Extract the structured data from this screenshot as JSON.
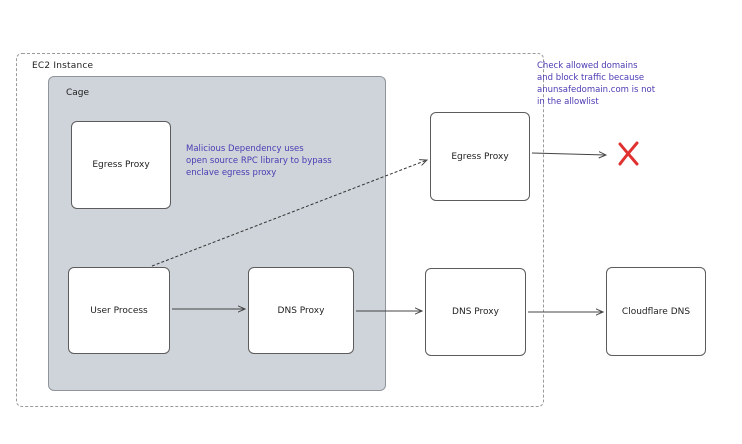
{
  "ec2": {
    "label": "EC2 Instance"
  },
  "cage": {
    "label": "Cage"
  },
  "nodes": {
    "inner_egress_proxy": "Egress Proxy",
    "user_process": "User Process",
    "inner_dns_proxy": "DNS Proxy",
    "outer_egress_proxy": "Egress Proxy",
    "outer_dns_proxy": "DNS Proxy",
    "cloudflare_dns": "Cloudflare DNS"
  },
  "notes": {
    "malicious": "Malicious Dependency uses\nopen source RPC library to bypass\nenclave egress proxy",
    "check": "Check allowed domains\nand block traffic because\nanunsafedomain.com is not\nin the allowlist"
  },
  "colors": {
    "note_text": "#4b3bb3",
    "cage_fill": "#ced4da",
    "block_mark": "#e03131"
  },
  "icons": {
    "block": "cross-icon"
  }
}
